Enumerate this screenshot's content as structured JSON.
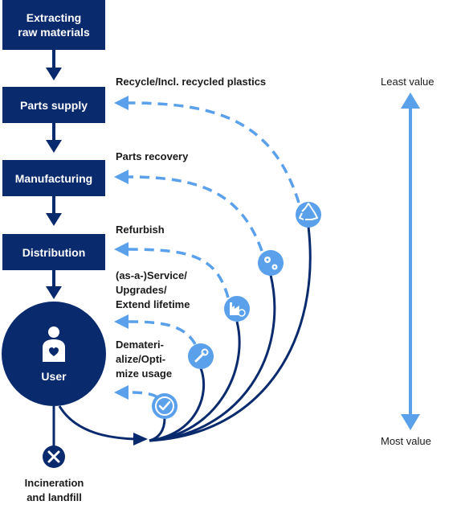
{
  "stages": {
    "extract": "Extracting\nraw materials",
    "parts": "Parts supply",
    "manufacturing": "Manufacturing",
    "distribution": "Distribution",
    "user": "User"
  },
  "end": "Incineration\nand landfill",
  "loops": {
    "recycle": "Recycle/Incl. recycled plastics",
    "recovery": "Parts recovery",
    "refurbish": "Refurbish",
    "service": "(as-a-)Service/\nUpgrades/\nExtend lifetime",
    "dematerialize": "Demateri-\nalize/Opti-\nmize usage"
  },
  "scale": {
    "top": "Least value",
    "bottom": "Most value"
  },
  "colors": {
    "dark_blue": "#0a2a6e",
    "light_blue": "#5aa0ea"
  },
  "icons": [
    "recycle-icon",
    "gears-icon",
    "factory-icon",
    "wrench-icon",
    "check-icon",
    "person-heart-icon",
    "x-icon"
  ]
}
